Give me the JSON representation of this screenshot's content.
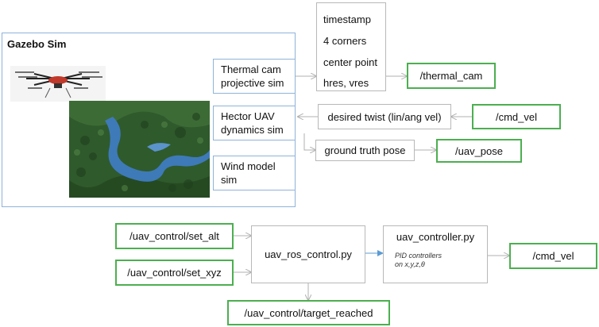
{
  "gazebo": {
    "title": "Gazebo Sim"
  },
  "blocks": {
    "thermal_sim": "Thermal cam\nprojective sim",
    "hector_sim": "Hector UAV\ndynamics sim",
    "wind_sim": "Wind model\nsim"
  },
  "thermal_fields": [
    "timestamp",
    "4 corners",
    "center point",
    "hres, vres"
  ],
  "messages": {
    "twist": "desired twist (lin/ang vel)",
    "pose": "ground truth pose"
  },
  "topics": {
    "thermal_cam": "/thermal_cam",
    "cmd_vel_top": "/cmd_vel",
    "uav_pose": "/uav_pose",
    "set_alt": "/uav_control/set_alt",
    "set_xyz": "/uav_control/set_xyz",
    "cmd_vel_bottom": "/cmd_vel",
    "target_reached": "/uav_control/target_reached"
  },
  "nodes": {
    "ros_control": "uav_ros_control.py",
    "controller_title": "uav_controller.py",
    "controller_note": "PID controllers\non x,y,z,θ"
  },
  "colors": {
    "node_border": "#8fb3d9",
    "topic_border": "#4caf50",
    "message_border": "#b8b8b8",
    "link_arrow": "#5b9bd5"
  },
  "icons": [
    "drone-image",
    "terrain-image"
  ]
}
